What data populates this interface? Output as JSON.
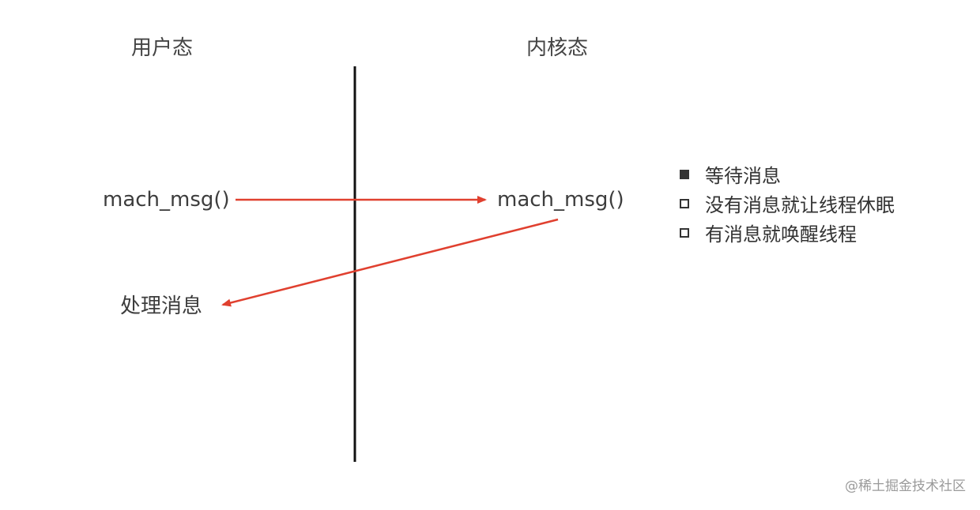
{
  "headings": {
    "user_mode": "用户态",
    "kernel_mode": "内核态"
  },
  "nodes": {
    "user_call": "mach_msg()",
    "kernel_call": "mach_msg()",
    "handle_message": "处理消息"
  },
  "notes": [
    {
      "bullet": "filled",
      "text": "等待消息"
    },
    {
      "bullet": "hollow",
      "text": "没有消息就让线程休眠"
    },
    {
      "bullet": "hollow",
      "text": "有消息就唤醒线程"
    }
  ],
  "watermark": "@稀土掘金技术社区",
  "colors": {
    "arrow": "#e0402f",
    "divider": "#111111",
    "text": "#3d3d3d"
  }
}
